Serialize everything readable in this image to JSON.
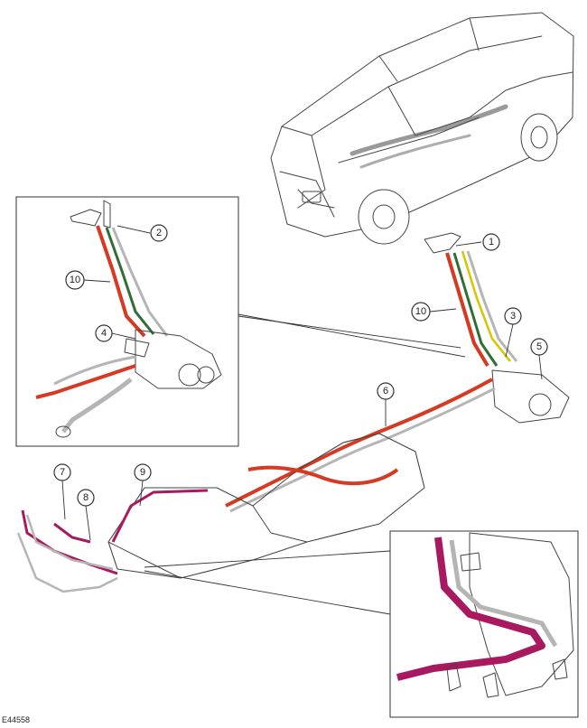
{
  "figure_ref": "E44558",
  "callouts": {
    "c1": "1",
    "c2": "2",
    "c3": "3",
    "c4": "4",
    "c5": "5",
    "c6": "6",
    "c7": "7",
    "c8": "8",
    "c9": "9",
    "c10a": "10",
    "c10b": "10"
  },
  "colors": {
    "pipe_red": "#d63a22",
    "pipe_green": "#2f6e34",
    "pipe_yellow": "#d8c400",
    "pipe_magenta": "#a8195f",
    "pipe_grey": "#b5b5b5",
    "line": "#444444",
    "frame": "#333333"
  },
  "icons": {
    "vehicle": "suv-outline-icon",
    "tank": "fuel-tank-icon",
    "canister": "evap-canister-icon"
  }
}
